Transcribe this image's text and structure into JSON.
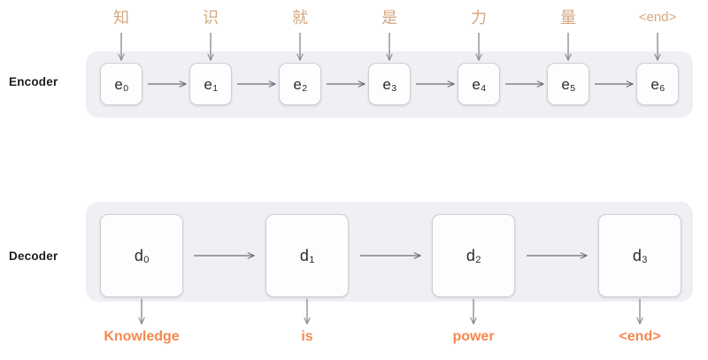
{
  "diagram": {
    "title": "Encoder-Decoder sequence-to-sequence diagram",
    "colors": {
      "panel_background": "#f0eff4",
      "cell_background": "#fdfdfe",
      "cell_border": "#cfcfd6",
      "arrow": "#6e6e76",
      "source_token_text": "#d5a781",
      "output_token_text": "#f5884e",
      "row_label_text": "#1d1d20",
      "page_background": "#ffffff"
    }
  },
  "encoder": {
    "label": "Encoder",
    "cells": [
      {
        "name": "e0",
        "base": "e",
        "sub": "0"
      },
      {
        "name": "e1",
        "base": "e",
        "sub": "1"
      },
      {
        "name": "e2",
        "base": "e",
        "sub": "2"
      },
      {
        "name": "e3",
        "base": "e",
        "sub": "3"
      },
      {
        "name": "e4",
        "base": "e",
        "sub": "4"
      },
      {
        "name": "e5",
        "base": "e",
        "sub": "5"
      },
      {
        "name": "e6",
        "base": "e",
        "sub": "6"
      }
    ],
    "source_tokens": [
      {
        "text": "知",
        "script": "han"
      },
      {
        "text": "识",
        "script": "han"
      },
      {
        "text": "就",
        "script": "han"
      },
      {
        "text": "是",
        "script": "han"
      },
      {
        "text": "力",
        "script": "han"
      },
      {
        "text": "量",
        "script": "han"
      },
      {
        "text": "<end>",
        "script": "latin"
      }
    ]
  },
  "decoder": {
    "label": "Decoder",
    "cells": [
      {
        "name": "d0",
        "base": "d",
        "sub": "0"
      },
      {
        "name": "d1",
        "base": "d",
        "sub": "1"
      },
      {
        "name": "d2",
        "base": "d",
        "sub": "2"
      },
      {
        "name": "d3",
        "base": "d",
        "sub": "3"
      }
    ],
    "output_tokens": [
      {
        "text": "Knowledge"
      },
      {
        "text": "is"
      },
      {
        "text": "power"
      },
      {
        "text": "<end>"
      }
    ]
  }
}
